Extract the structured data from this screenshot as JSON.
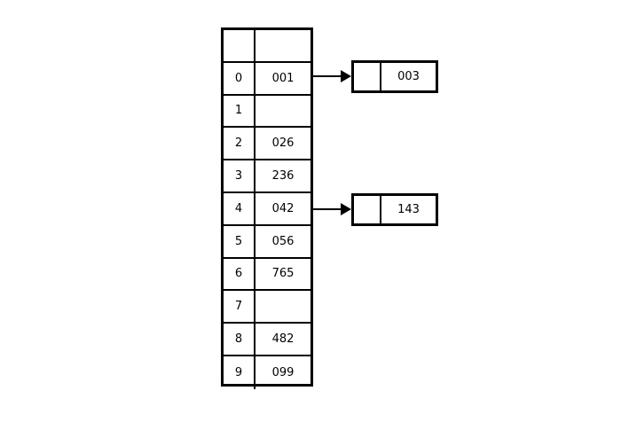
{
  "diagram": {
    "type": "hash-table-with-chaining",
    "hash_table": {
      "header_row": {
        "index": "",
        "value": ""
      },
      "rows": [
        {
          "index": "0",
          "value": "001"
        },
        {
          "index": "1",
          "value": ""
        },
        {
          "index": "2",
          "value": "026"
        },
        {
          "index": "3",
          "value": "236"
        },
        {
          "index": "4",
          "value": "042"
        },
        {
          "index": "5",
          "value": "056"
        },
        {
          "index": "6",
          "value": "765"
        },
        {
          "index": "7",
          "value": ""
        },
        {
          "index": "8",
          "value": "482"
        },
        {
          "index": "9",
          "value": "099"
        }
      ]
    },
    "chained_nodes": [
      {
        "from_index": "0",
        "pointer": "",
        "value": "003"
      },
      {
        "from_index": "4",
        "pointer": "",
        "value": "143"
      }
    ],
    "arrows": [
      {
        "from": "row-0",
        "to": "node-003"
      },
      {
        "from": "row-4",
        "to": "node-143"
      }
    ],
    "colors": {
      "stroke": "#000000",
      "background": "#ffffff",
      "text": "#000000"
    }
  }
}
